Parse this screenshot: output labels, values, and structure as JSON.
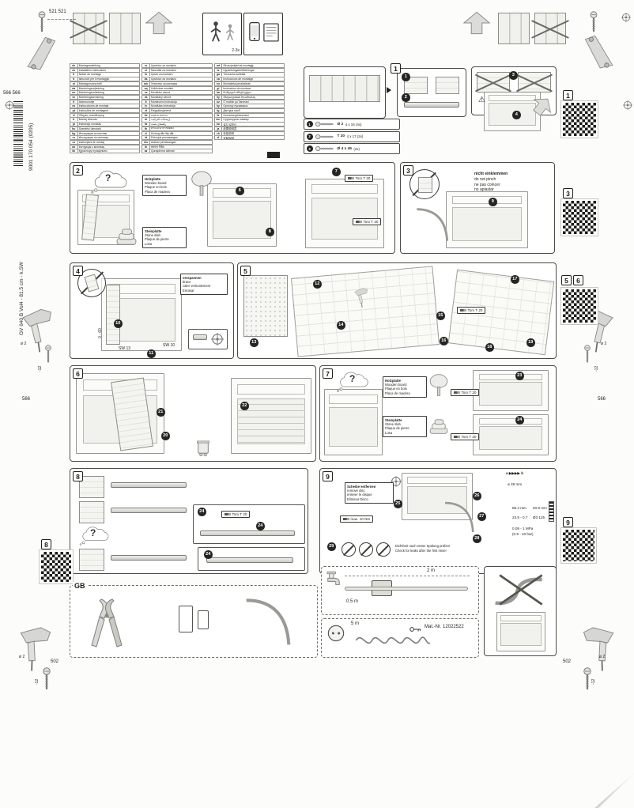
{
  "margins": {
    "dim_521": "521 521",
    "dim_566_pair": "566 566",
    "dim_566": "566",
    "dim_502": "502",
    "drill_dia": "ø 2",
    "drill_depth": "-12",
    "order_no": "9001 170 054 (0205)",
    "model_code": "GV 640 B Vol4 - 81.5 cm - k.SW"
  },
  "top": {
    "crew_count": "2-3x"
  },
  "languages": {
    "col1": [
      {
        "code": "de",
        "label": "Montageanleitung"
      },
      {
        "code": "en",
        "label": "Installation instructions"
      },
      {
        "code": "fr",
        "label": "Notice de montage"
      },
      {
        "code": "it",
        "label": "Istruzioni per il montaggio"
      },
      {
        "code": "nl",
        "label": "Montagevoorschrift"
      },
      {
        "code": "da",
        "label": "Monteringsvejledning"
      },
      {
        "code": "no",
        "label": "Monteringsveiledning"
      },
      {
        "code": "sv",
        "label": "Monteringsanvisning"
      },
      {
        "code": "fi",
        "label": "Asennusohje"
      },
      {
        "code": "es",
        "label": "Instrucciones de montaje"
      },
      {
        "code": "pt",
        "label": "Instruções de montagem"
      },
      {
        "code": "el",
        "label": "Οδηγίες τοποθέτησης"
      },
      {
        "code": "tr",
        "label": "Montaj kılavuzu"
      },
      {
        "code": "pl",
        "label": "Instrukcja montażu"
      },
      {
        "code": "hu",
        "label": "Szerelési útmutató"
      },
      {
        "code": "bg",
        "label": "Инструкция за монтаж"
      },
      {
        "code": "ru",
        "label": "Инструкция по монтажу"
      },
      {
        "code": "ro",
        "label": "Instrucţiuni de montaj"
      },
      {
        "code": "uk",
        "label": "Інструкція з монтажу"
      },
      {
        "code": "kk",
        "label": "Құрастыру нұсқаулығы"
      }
    ],
    "col2": [
      {
        "code": "sr",
        "label": "Uputstvo za montažu"
      },
      {
        "code": "sl",
        "label": "Navodila za montažo"
      },
      {
        "code": "hr",
        "label": "Upute za montažu"
      },
      {
        "code": "bs",
        "label": "Uputstvo za montažu"
      },
      {
        "code": "mk",
        "label": "Упатство за монтажа"
      },
      {
        "code": "sq",
        "label": "Udhëzime montimi"
      },
      {
        "code": "cs",
        "label": "Montážní návod"
      },
      {
        "code": "sk",
        "label": "Montážny návod"
      },
      {
        "code": "lt",
        "label": "Montavimo instrukcija"
      },
      {
        "code": "lv",
        "label": "Montāžas instrukcija"
      },
      {
        "code": "et",
        "label": "Paigaldusjuhend"
      },
      {
        "code": "he",
        "label": "הוראות התקנה"
      },
      {
        "code": "ar",
        "label": "إرشادات التركيب"
      },
      {
        "code": "fa",
        "label": "راهنمای نصب"
      },
      {
        "code": "th",
        "label": "คำแนะนำการติดตั้ง"
      },
      {
        "code": "vi",
        "label": "Hướng dẫn lắp đặt"
      },
      {
        "code": "id",
        "label": "Petunjuk pemasangan"
      },
      {
        "code": "ms",
        "label": "Arahan pemasangan"
      },
      {
        "code": "hi",
        "label": "स्थापना निर्देश"
      },
      {
        "code": "az",
        "label": "Quraşdırma təlimatı"
      }
    ],
    "col3": [
      {
        "code": "mt",
        "label": "Struzzjonijiet tal-muntaġġ"
      },
      {
        "code": "is",
        "label": "Uppsetningarleiðbeiningar"
      },
      {
        "code": "ga",
        "label": "Treoracha suiteála"
      },
      {
        "code": "ca",
        "label": "Instruccions de muntatge"
      },
      {
        "code": "eu",
        "label": "Muntaketa-jarraibideak"
      },
      {
        "code": "gl",
        "label": "Instrucións de montaxe"
      },
      {
        "code": "ka",
        "label": "მონტაჟის ინსტრუქცია"
      },
      {
        "code": "hy",
        "label": "Տեղադրման հրահանգ"
      },
      {
        "code": "uz",
        "label": "O`rnatish qo`llanmasi"
      },
      {
        "code": "ky",
        "label": "Орнотуу нускамасы"
      },
      {
        "code": "tg",
        "label": "Дастури насб"
      },
      {
        "code": "tk",
        "label": "Gurnama görkezmesi"
      },
      {
        "code": "mn",
        "label": "Суурилуулах заавар"
      },
      {
        "code": "ko",
        "label": "설치 설명서"
      },
      {
        "code": "ja",
        "label": "設置説明書"
      },
      {
        "code": "zh",
        "label": "安装说明"
      },
      {
        "code": "zf",
        "label": "安裝說明"
      }
    ]
  },
  "panel1": {
    "label": "1",
    "qr_label": "1",
    "warning": "⚠",
    "steps": [
      "1",
      "2",
      "3",
      "4"
    ],
    "hardware": [
      {
        "step": "1",
        "spec": "Ø 2",
        "qty": "4 x 15  (4x)"
      },
      {
        "step": "2",
        "spec": "T 20",
        "qty": "4 x 17  (2x)"
      },
      {
        "step": "3",
        "spec": "Ø 4 x 45",
        "qty": "(2x)"
      }
    ]
  },
  "panel2": {
    "label": "2",
    "question": "?",
    "steps": [
      "6",
      "7",
      "8"
    ],
    "wood": [
      "Holzplatte",
      "Wooden board",
      "Plaque en bois",
      "Placa de madera"
    ],
    "stone": [
      "Steinplatte",
      "Stone slab",
      "Plaque de pierre",
      "Losa"
    ],
    "torx": "Torx T 20"
  },
  "panel3": {
    "label": "3",
    "qr_label": "3",
    "step": "9",
    "note": [
      "nicht einklemmen",
      "do not pinch",
      "ne pas coincer",
      "no aplastar"
    ]
  },
  "panel4": {
    "label": "4",
    "steps": [
      "10",
      "11"
    ],
    "note": [
      "verspannen",
      "brace",
      "caler verticalement",
      "Enrasar"
    ],
    "range": "0 - 60",
    "wrench_large": "SW 13",
    "wrench_small": "SW 10"
  },
  "panel5": {
    "label": "5",
    "qr_labels": [
      "5",
      "6"
    ],
    "steps": [
      "12",
      "13",
      "14",
      "15",
      "16",
      "17",
      "18",
      "19"
    ],
    "torx": "Torx T 20"
  },
  "panel6": {
    "label": "6",
    "steps": [
      "20",
      "21",
      "22"
    ]
  },
  "panel7": {
    "label": "7",
    "question": "?",
    "steps": [
      "23",
      "24"
    ],
    "wood": [
      "Holzplatte",
      "Wooden board",
      "Plaque en bois",
      "Placa de madera"
    ],
    "stone": [
      "Steinplatte",
      "Stone slab",
      "Plaque de pierre",
      "Losa"
    ],
    "torx": "Torx T 20"
  },
  "panel8": {
    "label": "8",
    "qr_label": "8",
    "question": "?",
    "step": "24",
    "torx": "Torx T 20"
  },
  "panel9": {
    "label": "9",
    "qr_label": "9",
    "steps": [
      "25",
      "26",
      "27",
      "28",
      "29"
    ],
    "disc": [
      "Scheibe entfernen",
      "remove disc",
      "enlever le disque",
      "Eliminar Disco"
    ],
    "torque": "max. 10 Nm",
    "flow": "a ▶▶▶▶ b",
    "note": [
      "Dichtheit nach erster Spülung prüfen!",
      "Check for leaks after the first rinse!"
    ],
    "callouts": {
      "hose_dia": "ø 28 mm",
      "dim_a": "85.4 mm",
      "dim_b": "20.9 mm",
      "dim_c": "23.8 - 0.7",
      "dim_d": "Ø3 125",
      "pressure": "0.09 - 1 MPa",
      "pressure2": "(0.9 - 10 bar)"
    }
  },
  "panel_gb": {
    "label": "GB"
  },
  "bottom": {
    "hose_len": "2 m",
    "hose_min": "0.5 m",
    "cable_len": "5 m",
    "mat_nr": "Mat.-Nr.  12022522"
  }
}
